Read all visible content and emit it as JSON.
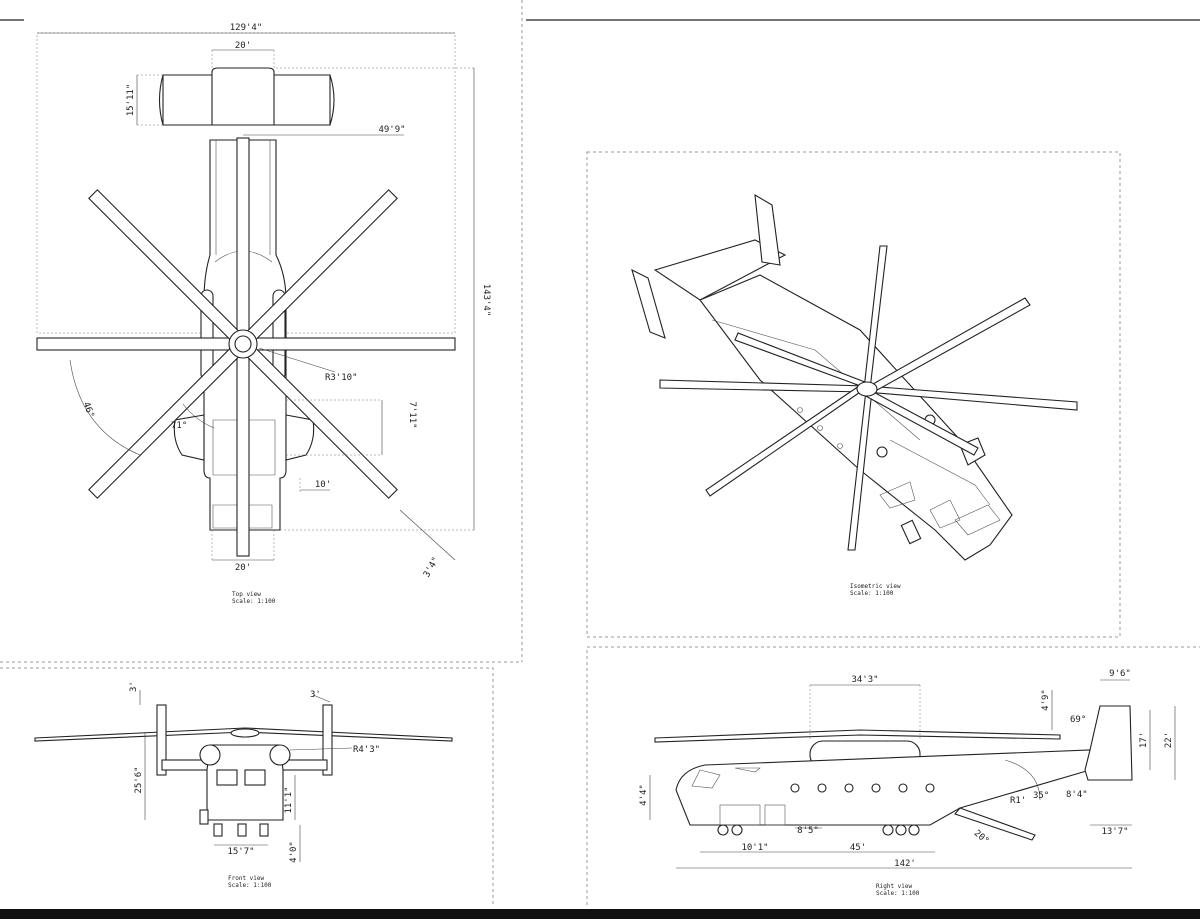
{
  "views": {
    "top": {
      "caption_name": "Top view",
      "caption_scale": "Scale: 1:100",
      "dimensions": {
        "span": "129'4\"",
        "tail_width": "20'",
        "tail_height": "15'11\"",
        "tail_span": "49'9\"",
        "length": "143'4\"",
        "hub_radius": "R3'10\"",
        "angle_a": "46°",
        "angle_b": "71°",
        "d_7_11": "7'11\"",
        "d_10": "10'",
        "bottom_width": "20'",
        "blade_width": "3'4\""
      }
    },
    "isometric": {
      "caption_name": "Isometric view",
      "caption_scale": "Scale: 1:100"
    },
    "front": {
      "caption_name": "Front view",
      "caption_scale": "Scale: 1:100",
      "dimensions": {
        "d_3_left": "3'",
        "d_3_right": "3'",
        "height": "25'6\"",
        "engine": "R4'3\"",
        "fuselage": "11'1\"",
        "gear_track": "15'7\"",
        "wheel": "4'0\""
      }
    },
    "right": {
      "caption_name": "Right view",
      "caption_scale": "Scale: 1:100",
      "dimensions": {
        "rotor_pylon": "34'3\"",
        "fin_top": "9'6\"",
        "mast": "4'9\"",
        "fin_angle": "69°",
        "fin_height": "22'",
        "fin_inner": "17'",
        "nose": "4'4\"",
        "ramp_radius": "R1'",
        "angle_35": "35°",
        "d_8_4": "8'4\"",
        "ramp_angle": "20°",
        "d_8_5": "8'5\"",
        "d_10_1": "10'1\"",
        "d_45": "45'",
        "length": "142'",
        "tail_len": "13'7\""
      }
    }
  }
}
